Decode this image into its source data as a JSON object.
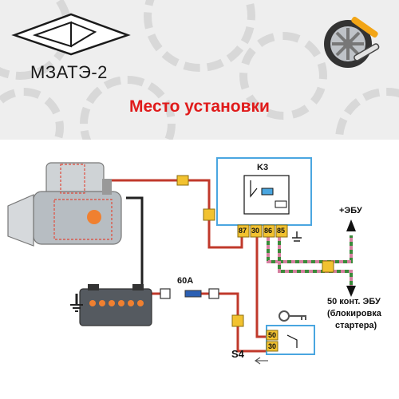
{
  "header": {
    "logo_text": "МЗАТЭ-2",
    "section_title": "Место установки",
    "logo_icon": "mzate-logo-icon",
    "tools_icon": "wheel-wrench-screwdriver-icon"
  },
  "diagram": {
    "relay_label": "K3",
    "relay_pins": [
      "87",
      "30",
      "86",
      "85"
    ],
    "fuse_label": "60A",
    "switch_label": "S4",
    "switch_pins": [
      "50",
      "30"
    ],
    "ecu_plus_label": "+ЭБУ",
    "ecu_50_lines": [
      "50 конт. ЭБУ",
      "(блокировка",
      "стартера)"
    ],
    "colors": {
      "title_red": "#e01b1b",
      "wire_red": "#c0392b",
      "wire_black": "#222222",
      "wire_green_stripe": "#3a8a3a",
      "wire_pink_stripe": "#d67fa0",
      "connector_yellow": "#f2c230",
      "relay_blue": "#4aa6e0"
    }
  }
}
